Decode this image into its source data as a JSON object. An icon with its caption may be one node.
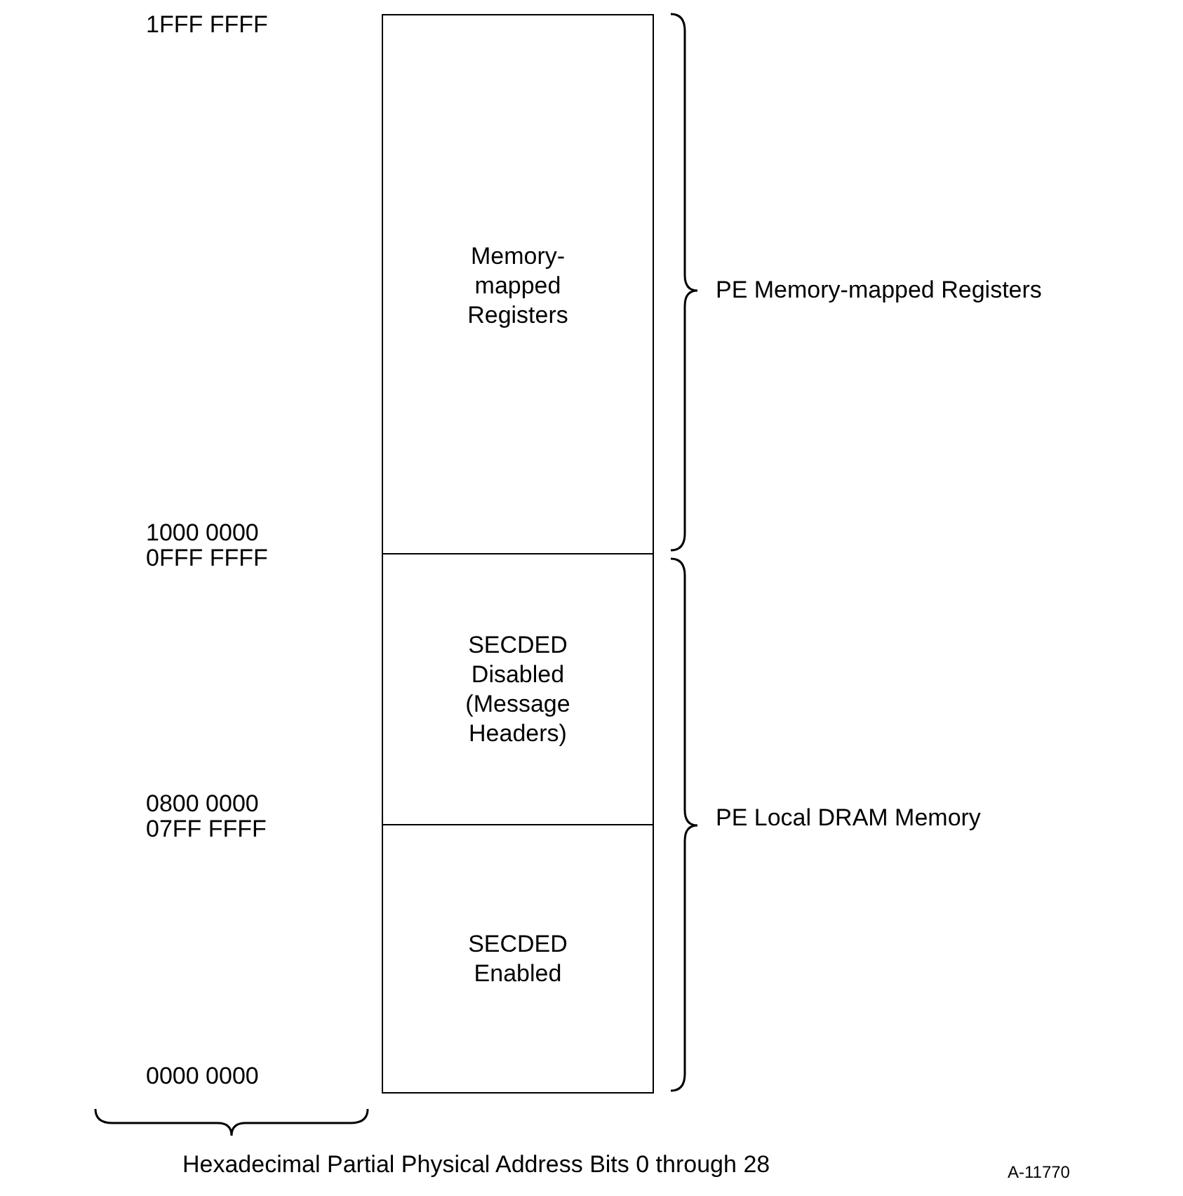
{
  "diagram": {
    "nodes": [
      {
        "text": [
          "Memory-mapped Registers"
        ]
      },
      {
        "text": [
          "SECDED Disabled (Message Headers)"
        ]
      },
      {
        "text": [
          "SECDED Enabled"
        ]
      }
    ],
    "labels": [
      "1FFF FFFF",
      "PE Memory-mapped Registers",
      "1000 0000",
      "0FFF FFFF",
      "0800 0000",
      "07FF FFFF",
      "PE Local DRAM Memory",
      "0000 0000",
      "Hexadecimal Partial Physical Address Bits 0 through 28",
      "A-11770"
    ]
  }
}
